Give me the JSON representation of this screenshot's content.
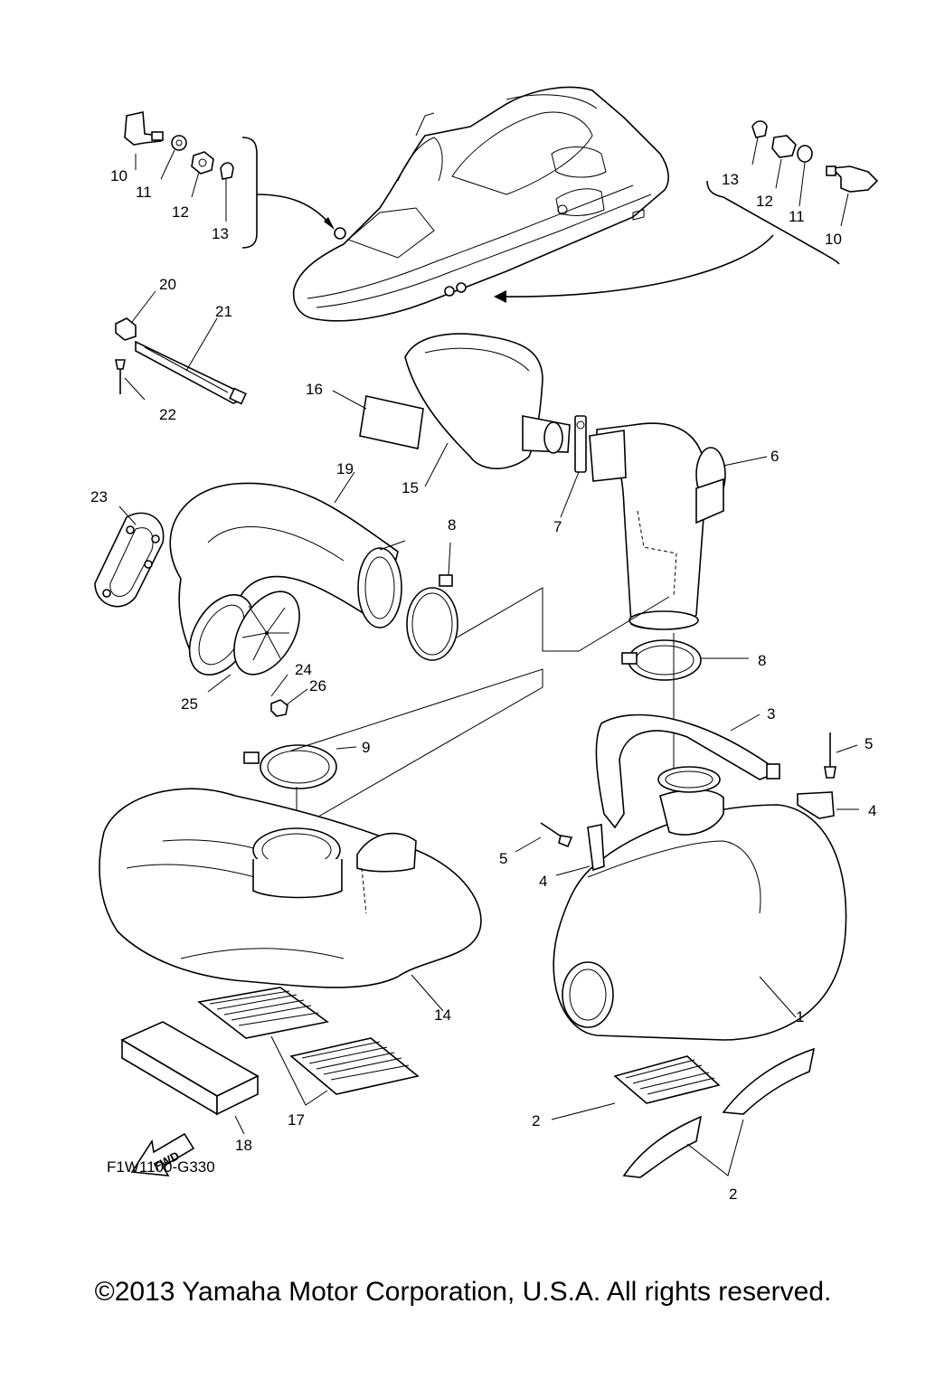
{
  "diagram": {
    "drawing_code": "F1W1100-G330",
    "fwd_label": "FWD",
    "copyright": "©2013 Yamaha Motor Corporation, U.S.A. All rights reserved."
  },
  "callouts": [
    {
      "id": "c1",
      "text": "1"
    },
    {
      "id": "c2a",
      "text": "2"
    },
    {
      "id": "c2b",
      "text": "2"
    },
    {
      "id": "c3",
      "text": "3"
    },
    {
      "id": "c4a",
      "text": "4"
    },
    {
      "id": "c4b",
      "text": "4"
    },
    {
      "id": "c5a",
      "text": "5"
    },
    {
      "id": "c5b",
      "text": "5"
    },
    {
      "id": "c6",
      "text": "6"
    },
    {
      "id": "c7",
      "text": "7"
    },
    {
      "id": "c8a",
      "text": "8"
    },
    {
      "id": "c8b",
      "text": "8"
    },
    {
      "id": "c9",
      "text": "9"
    },
    {
      "id": "c10a",
      "text": "10"
    },
    {
      "id": "c10b",
      "text": "10"
    },
    {
      "id": "c11a",
      "text": "11"
    },
    {
      "id": "c11b",
      "text": "11"
    },
    {
      "id": "c12a",
      "text": "12"
    },
    {
      "id": "c12b",
      "text": "12"
    },
    {
      "id": "c13a",
      "text": "13"
    },
    {
      "id": "c13b",
      "text": "13"
    },
    {
      "id": "c14",
      "text": "14"
    },
    {
      "id": "c15",
      "text": "15"
    },
    {
      "id": "c16",
      "text": "16"
    },
    {
      "id": "c17",
      "text": "17"
    },
    {
      "id": "c18",
      "text": "18"
    },
    {
      "id": "c19",
      "text": "19"
    },
    {
      "id": "c20",
      "text": "20"
    },
    {
      "id": "c21",
      "text": "21"
    },
    {
      "id": "c22",
      "text": "22"
    },
    {
      "id": "c23",
      "text": "23"
    },
    {
      "id": "c24",
      "text": "24"
    },
    {
      "id": "c25",
      "text": "25"
    },
    {
      "id": "c26",
      "text": "26"
    }
  ]
}
